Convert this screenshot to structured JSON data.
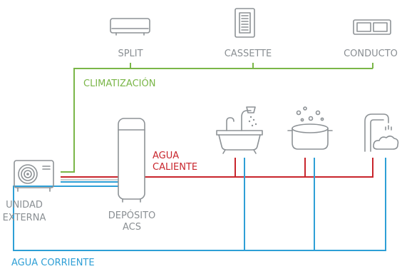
{
  "labels": {
    "split": "SPLIT",
    "cassette": "CASSETTE",
    "conducto": "CONDUCTO",
    "climatizacion": "CLIMATIZACIÓN",
    "agua_caliente_1": "AGUA",
    "agua_caliente_2": "CALIENTE",
    "unidad_1": "UNIDAD",
    "unidad_2": "EXTERNA",
    "deposito_1": "DEPÓSITO",
    "deposito_2": "ACS",
    "agua_corriente": "AGUA CORRIENTE"
  },
  "colors": {
    "climatizacion": "#7ab648",
    "agua_caliente": "#c8252c",
    "agua_corriente": "#2e9fd6",
    "icon": "#8d9296",
    "label": "#8a8f93"
  },
  "icons": {
    "split": "split-ac-unit-icon",
    "cassette": "cassette-ac-unit-icon",
    "conducto": "ducted-ac-unit-icon",
    "unidad_externa": "outdoor-unit-icon",
    "deposito": "water-tank-icon",
    "bathtub": "bathtub-shower-icon",
    "cooking": "cooking-pot-icon",
    "faucet": "faucet-icon"
  }
}
